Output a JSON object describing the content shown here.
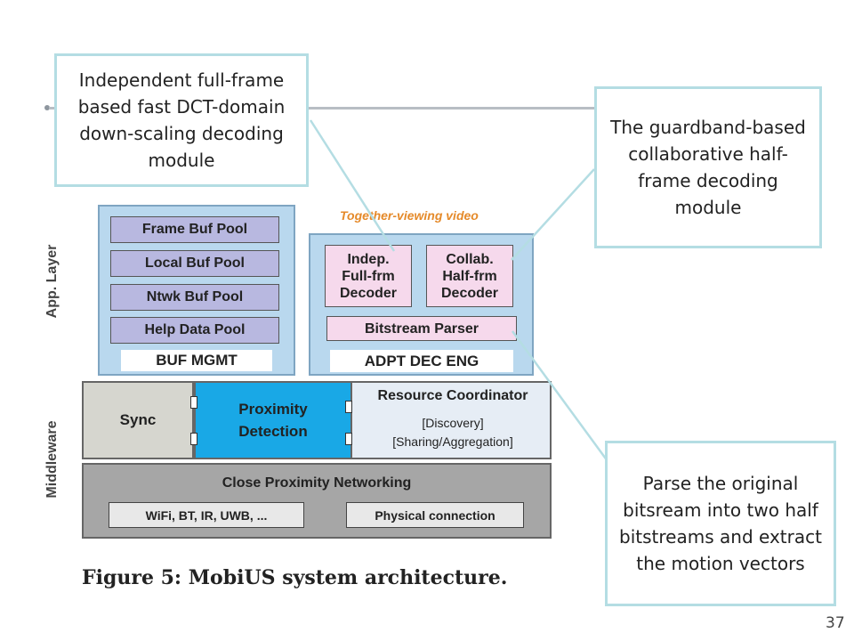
{
  "callouts": {
    "independent": "Independent full-frame based fast DCT-domain down-scaling decoding module",
    "guardband": "The guardband-based collaborative half-frame decoding module",
    "parse": "Parse the original bitsream into two half bitstreams and extract the motion vectors"
  },
  "figure": {
    "layers": {
      "app": "App. Layer",
      "middleware": "Middleware"
    },
    "buf_pools": [
      "Frame Buf Pool",
      "Local Buf Pool",
      "Ntwk Buf Pool",
      "Help Data Pool"
    ],
    "buf_mgmt": "BUF MGMT",
    "together_title": "Together-viewing video",
    "indep_decoder": "Indep.\nFull-frm\nDecoder",
    "collab_decoder": "Collab.\nHalf-frm\nDecoder",
    "bitstream_parser": "Bitstream Parser",
    "adpt_dec_eng": "ADPT DEC ENG",
    "sync": "Sync",
    "proximity": "Proximity\nDetection",
    "resource_coordinator": "Resource Coordinator",
    "discovery": "[Discovery]",
    "sharing": "[Sharing/Aggregation]",
    "close_networking": "Close Proximity Networking",
    "wifi": "WiFi, BT, IR, UWB, ...",
    "physical": "Physical connection",
    "caption": "Figure 5:  MobiUS system architecture."
  },
  "colors": {
    "callout_border": "#b4dde3",
    "app_panel": "#b9d8ee",
    "pool": "#b8b8e0",
    "decoder": "#f6d9ec",
    "proximity": "#19a8e6",
    "sync": "#d6d6cf",
    "resource": "#e6edf5",
    "network": "#a6a6a6",
    "together_title": "#e58a2a"
  },
  "page_number": "37"
}
